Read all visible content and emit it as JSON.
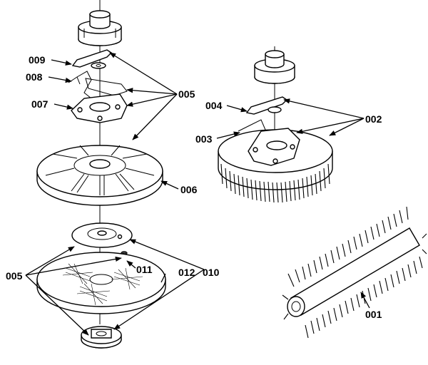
{
  "labels": {
    "l001": "001",
    "l002": "002",
    "l003": "003",
    "l004": "004",
    "l005_top": "005",
    "l005_bottom": "005",
    "l006": "006",
    "l007": "007",
    "l008": "008",
    "l009": "009",
    "l010": "010",
    "l011": "011",
    "l012": "012"
  },
  "colors": {
    "ink": "#000000",
    "paper": "#ffffff"
  }
}
